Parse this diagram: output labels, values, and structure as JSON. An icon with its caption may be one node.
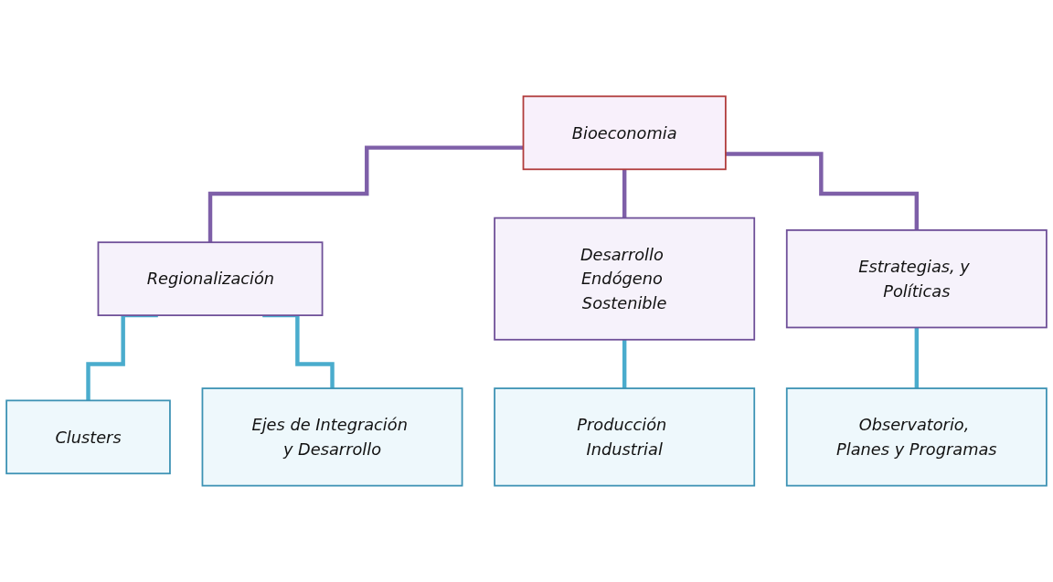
{
  "diagram": {
    "nodes": [
      {
        "text": [
          "Bioeconomia"
        ]
      },
      {
        "text": [
          "Regionalización"
        ]
      },
      {
        "text": [
          "Desarrollo Endógeno Sostenible"
        ]
      },
      {
        "text": [
          "Estrategias, y Políticas"
        ]
      },
      {
        "text": [
          "Clusters"
        ]
      },
      {
        "text": [
          "Ejes de Integración y Desarrollo"
        ]
      },
      {
        "text": [
          "Producción Industrial"
        ]
      },
      {
        "text": [
          "Observatorio, Planes y Programas"
        ]
      }
    ],
    "edges": [
      {
        "from": 0,
        "to": 1,
        "arrow": "none",
        "color": "#7e5fa8"
      },
      {
        "from": 0,
        "to": 2,
        "arrow": "none",
        "color": "#7e5fa8"
      },
      {
        "from": 0,
        "to": 3,
        "arrow": "none",
        "color": "#7e5fa8"
      },
      {
        "from": 1,
        "to": 4,
        "arrow": "none"
      },
      {
        "from": 1,
        "to": 5,
        "arrow": "none"
      },
      {
        "from": 2,
        "to": 6,
        "arrow": "none"
      },
      {
        "from": 3,
        "to": 7,
        "arrow": "none"
      }
    ]
  }
}
